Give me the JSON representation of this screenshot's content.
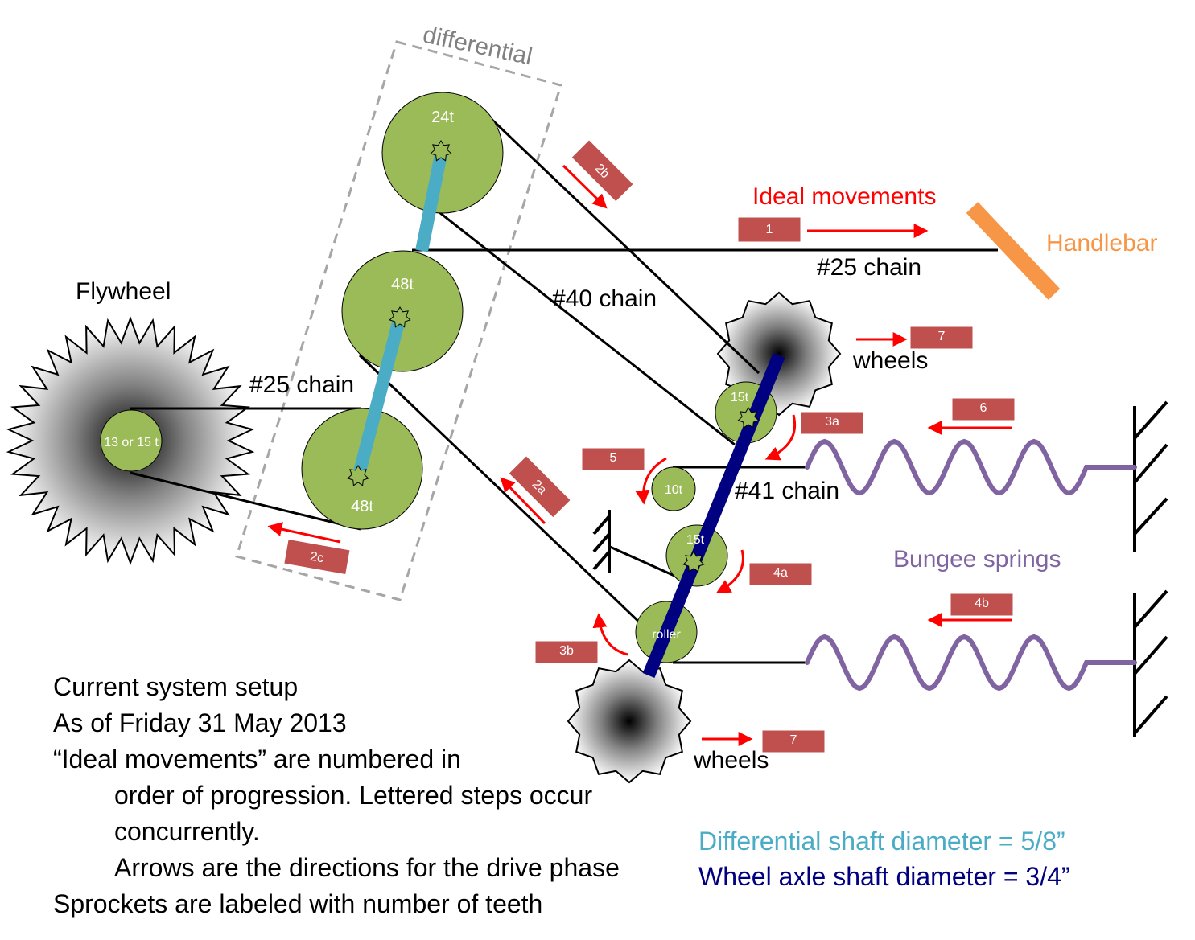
{
  "colors": {
    "sprocket": "#9bbb59",
    "sprocket_stroke": "#000000",
    "diff_shaft": "#4bacc6",
    "axle_shaft": "#000080",
    "arrow": "#ff0000",
    "badge": "#c0504d",
    "handlebar": "#f79646",
    "spring": "#8064a2",
    "box": "#a6a6a6"
  },
  "labels": {
    "differential": "differential",
    "ideal_movements": "Ideal movements",
    "handlebar": "Handlebar",
    "flywheel": "Flywheel",
    "chain_25_top": "#25 chain",
    "chain_25_left": "#25 chain",
    "chain_40": "#40 chain",
    "chain_41": "#41 chain",
    "wheels_top": "wheels",
    "wheels_bottom": "wheels",
    "bungee_springs": "Bungee springs"
  },
  "sprockets": {
    "s24": "24t",
    "s48_mid": "48t",
    "s48_low": "48t",
    "flywheel_hub": "13 or 15 t",
    "s15_top": "15t",
    "s10": "10t",
    "s15_low": "15t",
    "roller": "roller"
  },
  "badges": {
    "b1": "1",
    "b2a": "2a",
    "b2b": "2b",
    "b2c": "2c",
    "b3a": "3a",
    "b3b": "3b",
    "b4a": "4a",
    "b4b": "4b",
    "b5": "5",
    "b6": "6",
    "b7_top": "7",
    "b7_bottom": "7"
  },
  "caption": {
    "line1": "Current system setup",
    "line2": "As of Friday 31 May 2013",
    "line3": "“Ideal movements” are numbered in",
    "line4": "order of progression. Lettered steps occur",
    "line5": "concurrently.",
    "line6": "Arrows are the directions for the drive phase",
    "line7": "Sprockets are labeled with number of teeth"
  },
  "shaft_notes": {
    "differential": "Differential shaft diameter = 5/8”",
    "axle": "Wheel axle shaft diameter = 3/4”"
  }
}
